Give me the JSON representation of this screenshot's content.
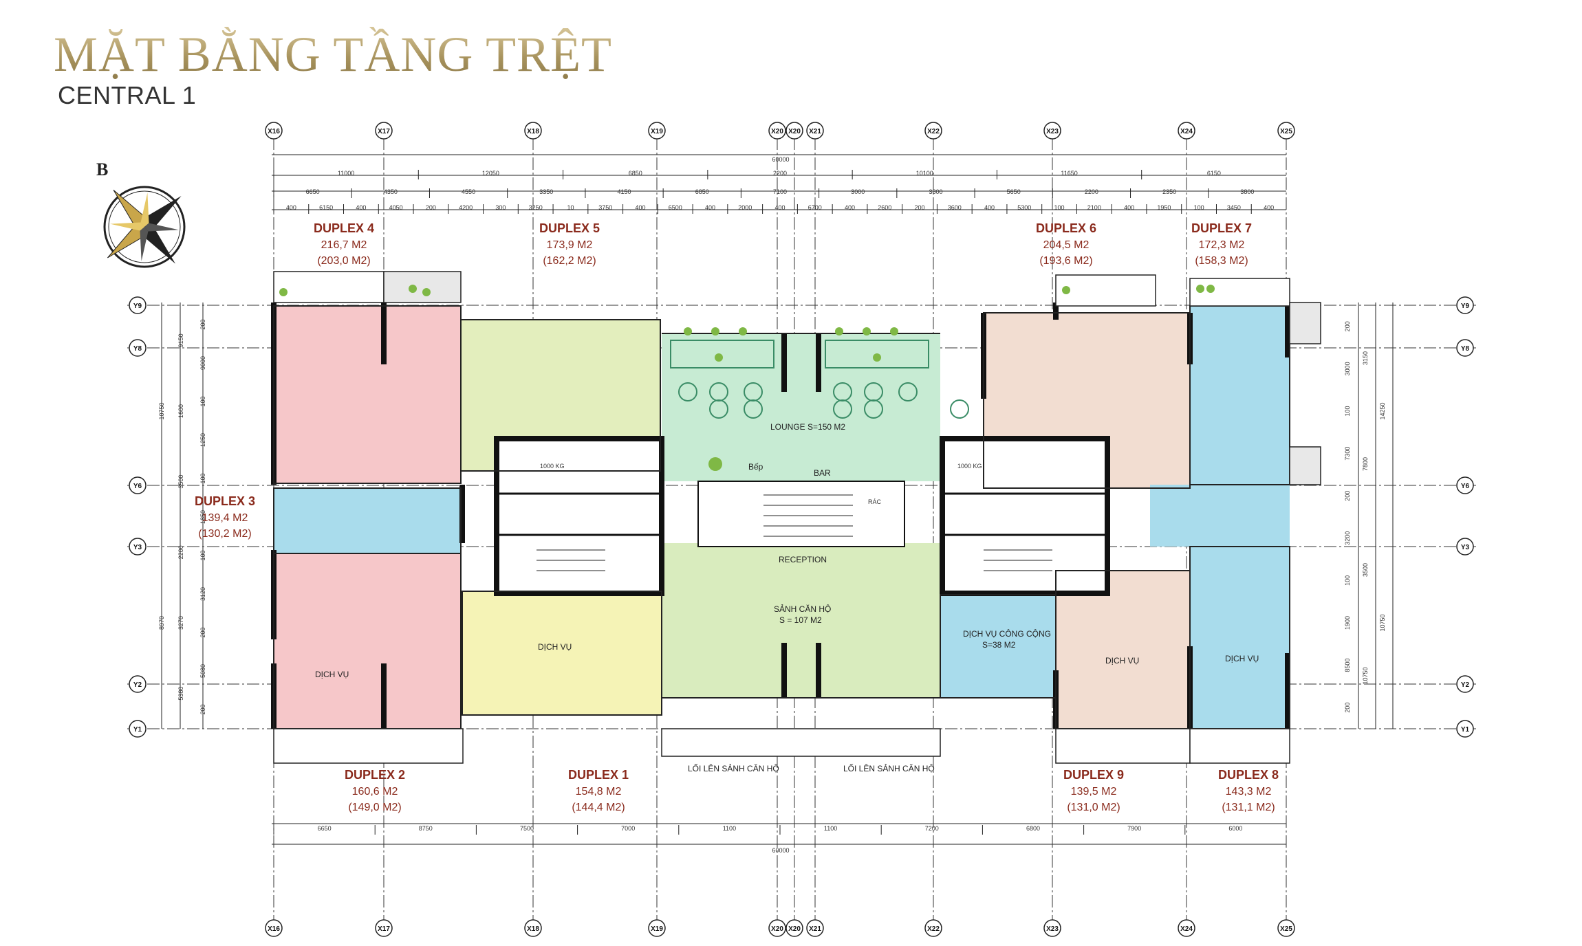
{
  "title": "MẶT BẰNG TẦNG TRỆT",
  "subtitle": "CENTRAL 1",
  "compass": {
    "north_label": "B"
  },
  "grid_x": [
    "X16",
    "X17",
    "X18",
    "X19",
    "X20",
    "X20",
    "X21",
    "X22",
    "X23",
    "X24",
    "X25"
  ],
  "grid_y": [
    "Y9",
    "Y8",
    "Y6",
    "Y3",
    "Y2",
    "Y1"
  ],
  "top_dims": {
    "total": "60000",
    "row1": [
      "11000",
      "12050",
      "6850",
      "2200",
      "10100",
      "11650",
      "6150"
    ],
    "row2": [
      "6650",
      "4350",
      "4550",
      "3350",
      "4150",
      "6850",
      "7100",
      "3000",
      "3800",
      "5650",
      "2200",
      "2350",
      "3800"
    ],
    "row3": [
      "400",
      "6150",
      "400",
      "4050",
      "200",
      "4200",
      "300",
      "3250",
      "10",
      "3750",
      "400",
      "6500",
      "400",
      "2000",
      "400",
      "6700",
      "400",
      "2600",
      "200",
      "3600",
      "400",
      "5300",
      "100",
      "2100",
      "400",
      "1950",
      "100",
      "3450",
      "400"
    ]
  },
  "bottom_dims": {
    "row1": [
      "6650",
      "8750",
      "7500",
      "7000",
      "1100",
      "1100",
      "7200",
      "6800",
      "7900",
      "6000"
    ],
    "total": "60000"
  },
  "left_dims": {
    "outer": [
      "10750",
      "8970"
    ],
    "mid": [
      "9150",
      "1600",
      "3500",
      "2200",
      "3270",
      "5380"
    ],
    "inner": [
      "200",
      "9000",
      "100",
      "1250",
      "100",
      "1850",
      "100",
      "3120",
      "200",
      "5080",
      "200"
    ]
  },
  "right_dims": {
    "outer": [
      "14250",
      "10750"
    ],
    "mid": [
      "3150",
      "7800",
      "3500",
      "10750"
    ],
    "inner": [
      "200",
      "3000",
      "100",
      "7300",
      "200",
      "3200",
      "100",
      "1900",
      "8500",
      "200"
    ]
  },
  "units": [
    {
      "name": "DUPLEX 4",
      "area": "216,7 M2",
      "net": "(203,0 M2)"
    },
    {
      "name": "DUPLEX 5",
      "area": "173,9 M2",
      "net": "(162,2 M2)"
    },
    {
      "name": "DUPLEX 6",
      "area": "204,5 M2",
      "net": "(193,6 M2)"
    },
    {
      "name": "DUPLEX 7",
      "area": "172,3 M2",
      "net": "(158,3 M2)"
    },
    {
      "name": "DUPLEX 3",
      "area": "139,4 M2",
      "net": "(130,2 M2)"
    },
    {
      "name": "DUPLEX 2",
      "area": "160,6 M2",
      "net": "(149,0 M2)"
    },
    {
      "name": "DUPLEX 1",
      "area": "154,8 M2",
      "net": "(144,4 M2)"
    },
    {
      "name": "DUPLEX 9",
      "area": "139,5 M2",
      "net": "(131,0 M2)"
    },
    {
      "name": "DUPLEX 8",
      "area": "143,3 M2",
      "net": "(131,1 M2)"
    }
  ],
  "rooms": {
    "lounge": "LOUNGE   S=150 M2",
    "bep": "Bếp",
    "bar": "BAR",
    "reception": "RECEPTION",
    "sanh": "SẢNH CĂN HỘ",
    "sanh_area": "S = 107 M2",
    "dv_cong_cong": "DỊCH VỤ CÔNG CỘNG",
    "dv_cong_cong_area": "S=38 M2",
    "dich_vu_1": "DỊCH VỤ",
    "dich_vu_2": "DỊCH VỤ",
    "dich_vu_3": "DỊCH VỤ",
    "dich_vu_4": "DỊCH VỤ",
    "loi_len_1": "LỐI LÊN SẢNH CĂN HỘ",
    "loi_len_2": "LỐI LÊN SẢNH CĂN HỘ",
    "elev_1000": "1000 KG",
    "rac": "RÁC"
  },
  "colors": {
    "pink": "#f6c7c9",
    "green_light": "#e3eebd",
    "mint": "#c7ebd3",
    "blue": "#a9dcec",
    "beige": "#f2ddd1",
    "yellow": "#f5f3b6",
    "lime": "#d9ecbe",
    "core": "#ffffff",
    "wall": "#1a1a1a",
    "label_red": "#8a2a1c",
    "title_gold": "#a8935d"
  }
}
